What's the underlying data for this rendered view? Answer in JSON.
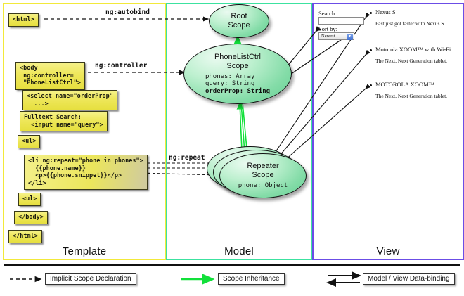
{
  "columns": [
    {
      "id": "template",
      "label": "Template",
      "border_color": "#f2e93a"
    },
    {
      "id": "model",
      "label": "Model",
      "border_color": "#3ce2a0"
    },
    {
      "id": "view",
      "label": "View",
      "border_color": "#6b4de6"
    }
  ],
  "template": {
    "boxes": [
      {
        "name": "html-open",
        "text": "<html>"
      },
      {
        "name": "body-controller",
        "text": "<body\n ng:controller=\n \"PhoneListCtrl\">"
      },
      {
        "name": "select-orderprop",
        "text": "<select name=\"orderProp\"\n  ...>"
      },
      {
        "name": "fulltext-search",
        "text": "Fulltext Search:\n  <input name=\"query\">"
      },
      {
        "name": "ul-open",
        "text": "<ul>"
      },
      {
        "name": "li-ngrepeat",
        "text": "<li ng:repeat=\"phone in phones\">\n  {{phone.name}}\n  <p>{{phone.snippet}}</p>\n</li>"
      },
      {
        "name": "ul-close",
        "text": "<ul>"
      },
      {
        "name": "body-close",
        "text": "</body>"
      },
      {
        "name": "html-close",
        "text": "</html>"
      }
    ]
  },
  "edge_labels": {
    "autobind": "ng:autobind",
    "controller": "ng:controller",
    "repeat": "ng:repeat"
  },
  "model": {
    "root_scope": {
      "title_line1": "Root",
      "title_line2": "Scope"
    },
    "phonelist_scope": {
      "title_line1": "PhoneListCtrl",
      "title_line2": "Scope",
      "props": [
        "phones: Array",
        "query: String"
      ],
      "bold_prop": "orderProp: String"
    },
    "repeater_scope": {
      "title_line1": "Repeater",
      "title_line2": "Scope",
      "prop": "phone: Object"
    }
  },
  "view": {
    "search_label": "Search:",
    "search_value": "",
    "sort_label": "Sort by:",
    "sort_selected": "Newest",
    "phones": [
      {
        "name": "Nexus S",
        "snippet": "Fast just got faster with Nexus S."
      },
      {
        "name": "Motorola XOOM™ with Wi-Fi",
        "snippet": "The Next, Next Generation tablet."
      },
      {
        "name": "MOTOROLA XOOM™",
        "snippet": "The Next, Next Generation tablet."
      }
    ]
  },
  "legend": [
    {
      "name": "implicit-scope-declaration",
      "label": "Implicit Scope Declaration",
      "style": "dashed-black"
    },
    {
      "name": "scope-inheritance",
      "label": "Scope Inheritance",
      "style": "solid-green"
    },
    {
      "name": "model-view-data-binding",
      "label": "Model / View Data-binding",
      "style": "double-black"
    }
  ],
  "colors": {
    "green_arrow": "#12e03a",
    "black": "#111111"
  }
}
